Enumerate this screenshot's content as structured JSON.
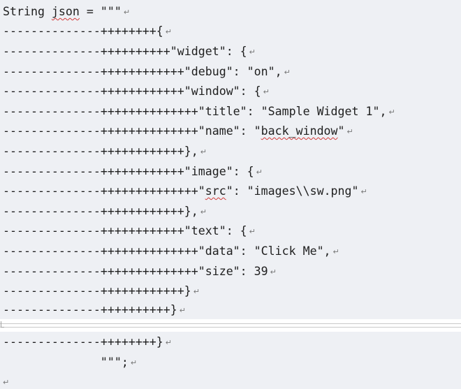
{
  "document": {
    "paragraph_mark": "↵",
    "lines": [
      {
        "pre": "String ",
        "spell": "json",
        "post": " = \"\"\""
      },
      {
        "pre": "--------------++++++++{",
        "spell": "",
        "post": ""
      },
      {
        "pre": "--------------++++++++++\"widget\": {",
        "spell": "",
        "post": ""
      },
      {
        "pre": "--------------++++++++++++\"debug\": \"on\",",
        "spell": "",
        "post": ""
      },
      {
        "pre": "--------------++++++++++++\"window\": {",
        "spell": "",
        "post": ""
      },
      {
        "pre": "--------------++++++++++++++\"title\": \"Sample Widget 1\",",
        "spell": "",
        "post": ""
      },
      {
        "pre": "--------------++++++++++++++\"name\": \"",
        "spell": "back_window",
        "post": "\""
      },
      {
        "pre": "--------------++++++++++++},",
        "spell": "",
        "post": ""
      },
      {
        "pre": "--------------++++++++++++\"image\": {",
        "spell": "",
        "post": ""
      },
      {
        "pre": "--------------++++++++++++++\"",
        "spell": "src",
        "post": "\": \"images\\\\sw.png\""
      },
      {
        "pre": "--------------++++++++++++},",
        "spell": "",
        "post": ""
      },
      {
        "pre": "--------------++++++++++++\"text\": {",
        "spell": "",
        "post": ""
      },
      {
        "pre": "--------------++++++++++++++\"data\": \"Click Me\",",
        "spell": "",
        "post": ""
      },
      {
        "pre": "--------------++++++++++++++\"size\": 39",
        "spell": "",
        "post": ""
      },
      {
        "pre": "--------------++++++++++++}",
        "spell": "",
        "post": ""
      },
      {
        "pre": "--------------++++++++++}",
        "spell": "",
        "post": ""
      },
      {
        "pre": "--------------++++++++}",
        "spell": "",
        "post": ""
      },
      {
        "pre": "              \"\"\";",
        "spell": "",
        "post": ""
      }
    ]
  }
}
